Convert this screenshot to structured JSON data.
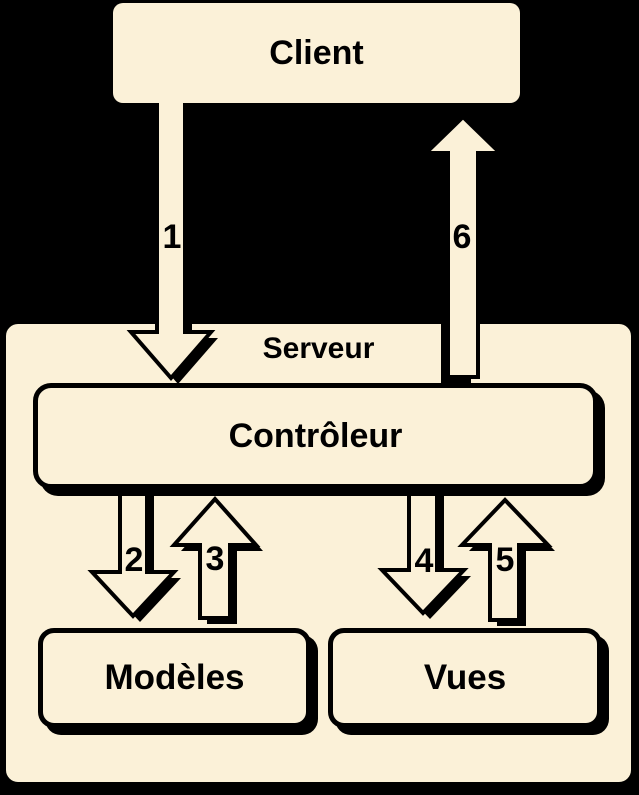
{
  "diagram": {
    "type": "flow-diagram",
    "colors": {
      "background": "#000000",
      "node_fill": "#FBF1D8",
      "outline": "#000000"
    },
    "nodes": {
      "client": {
        "label": "Client"
      },
      "serveur": {
        "label": "Serveur"
      },
      "controleur": {
        "label": "Contrôleur"
      },
      "modeles": {
        "label": "Modèles"
      },
      "vues": {
        "label": "Vues"
      }
    },
    "arrows": [
      {
        "label": "1",
        "from": "Client",
        "to": "Contrôleur",
        "direction": "down"
      },
      {
        "label": "2",
        "from": "Contrôleur",
        "to": "Modèles",
        "direction": "down"
      },
      {
        "label": "3",
        "from": "Modèles",
        "to": "Contrôleur",
        "direction": "up"
      },
      {
        "label": "4",
        "from": "Contrôleur",
        "to": "Vues",
        "direction": "down"
      },
      {
        "label": "5",
        "from": "Vues",
        "to": "Contrôleur",
        "direction": "up"
      },
      {
        "label": "6",
        "from": "Contrôleur",
        "to": "Client",
        "direction": "up"
      }
    ]
  }
}
